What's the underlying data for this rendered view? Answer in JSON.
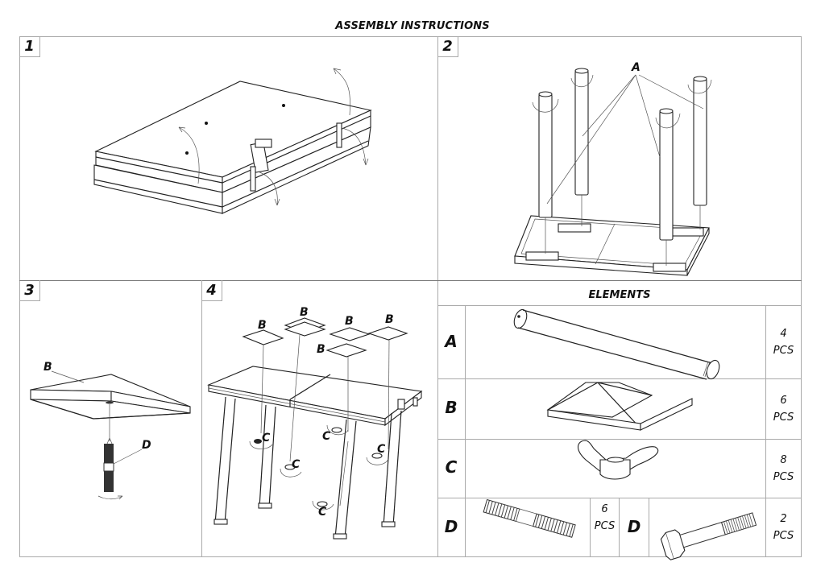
{
  "document": {
    "title": "ASSEMBLY INSTRUCTIONS"
  },
  "steps": [
    {
      "number": "1",
      "description_icon": "folded-table-case-drawing"
    },
    {
      "number": "2",
      "description_icon": "legs-screwed-into-table-drawing",
      "callout": "A"
    },
    {
      "number": "3",
      "description_icon": "cap-and-stud-drawing",
      "callouts": [
        "B",
        "D"
      ]
    },
    {
      "number": "4",
      "description_icon": "caps-and-wing-nuts-on-table-drawing",
      "callouts_b": [
        "B",
        "B",
        "B",
        "B",
        "B"
      ],
      "callouts_c": [
        "C",
        "C",
        "C",
        "C",
        "C"
      ]
    }
  ],
  "elements": {
    "header": "ELEMENTS",
    "rows": [
      {
        "letter": "A",
        "part_icon": "tube-leg-icon",
        "qty": "4",
        "unit": "PCS"
      },
      {
        "letter": "B",
        "part_icon": "pyramid-cap-icon",
        "qty": "6",
        "unit": "PCS"
      },
      {
        "letter": "C",
        "part_icon": "wing-nut-icon",
        "qty": "8",
        "unit": "PCS"
      },
      {
        "letter": "D",
        "part_icon": "threaded-stud-icon",
        "qty": "6",
        "unit": "PCS",
        "second": {
          "letter": "D",
          "part_icon": "hex-bolt-icon",
          "qty": "2",
          "unit": "PCS"
        }
      }
    ]
  }
}
